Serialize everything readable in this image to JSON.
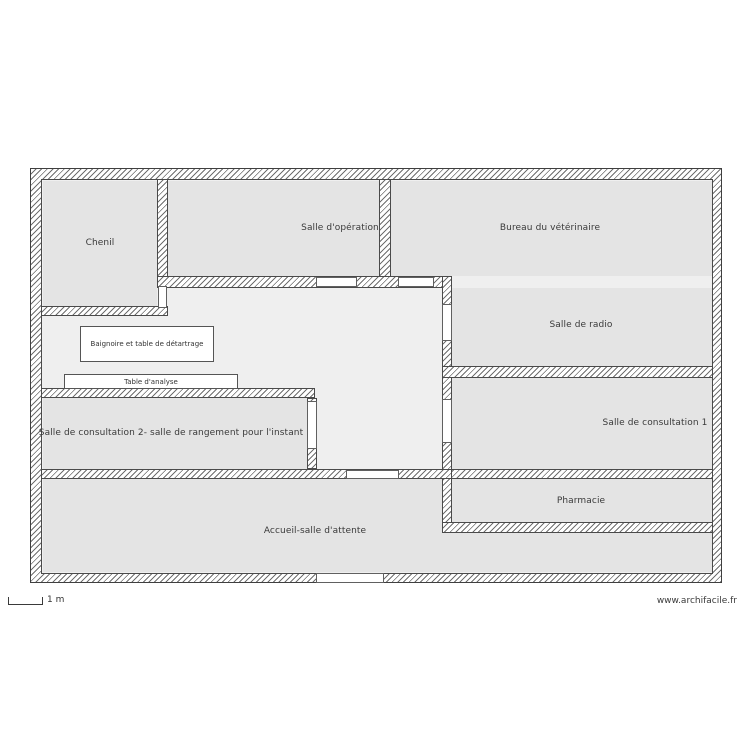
{
  "plan": {
    "rooms": [
      {
        "id": "chenil",
        "label": "Chenil"
      },
      {
        "id": "salle-operation",
        "label": "Salle d'opération"
      },
      {
        "id": "bureau-veterinaire",
        "label": "Bureau du vétérinaire"
      },
      {
        "id": "salle-radio",
        "label": "Salle de radio"
      },
      {
        "id": "salle-consultation-1",
        "label": "Salle de consultation 1"
      },
      {
        "id": "pharmacie",
        "label": "Pharmacie"
      },
      {
        "id": "salle-consultation-2",
        "label": "Salle de consultation 2- salle de rangement pour l'instant"
      },
      {
        "id": "accueil",
        "label": "Accueil-salle d'attente"
      }
    ],
    "furniture": [
      {
        "id": "baignoire-detartrage",
        "label": "Baignoire et table de détartrage"
      },
      {
        "id": "table-analyse",
        "label": "Table d'analyse"
      }
    ]
  },
  "footer": {
    "scale_label": "1 m",
    "website": "www.archifacile.fr"
  },
  "colors": {
    "room_fill": "#e4e4e4",
    "hall_fill": "#efefef",
    "wall_line": "#4a4a4a",
    "text": "#3a3a3a"
  }
}
